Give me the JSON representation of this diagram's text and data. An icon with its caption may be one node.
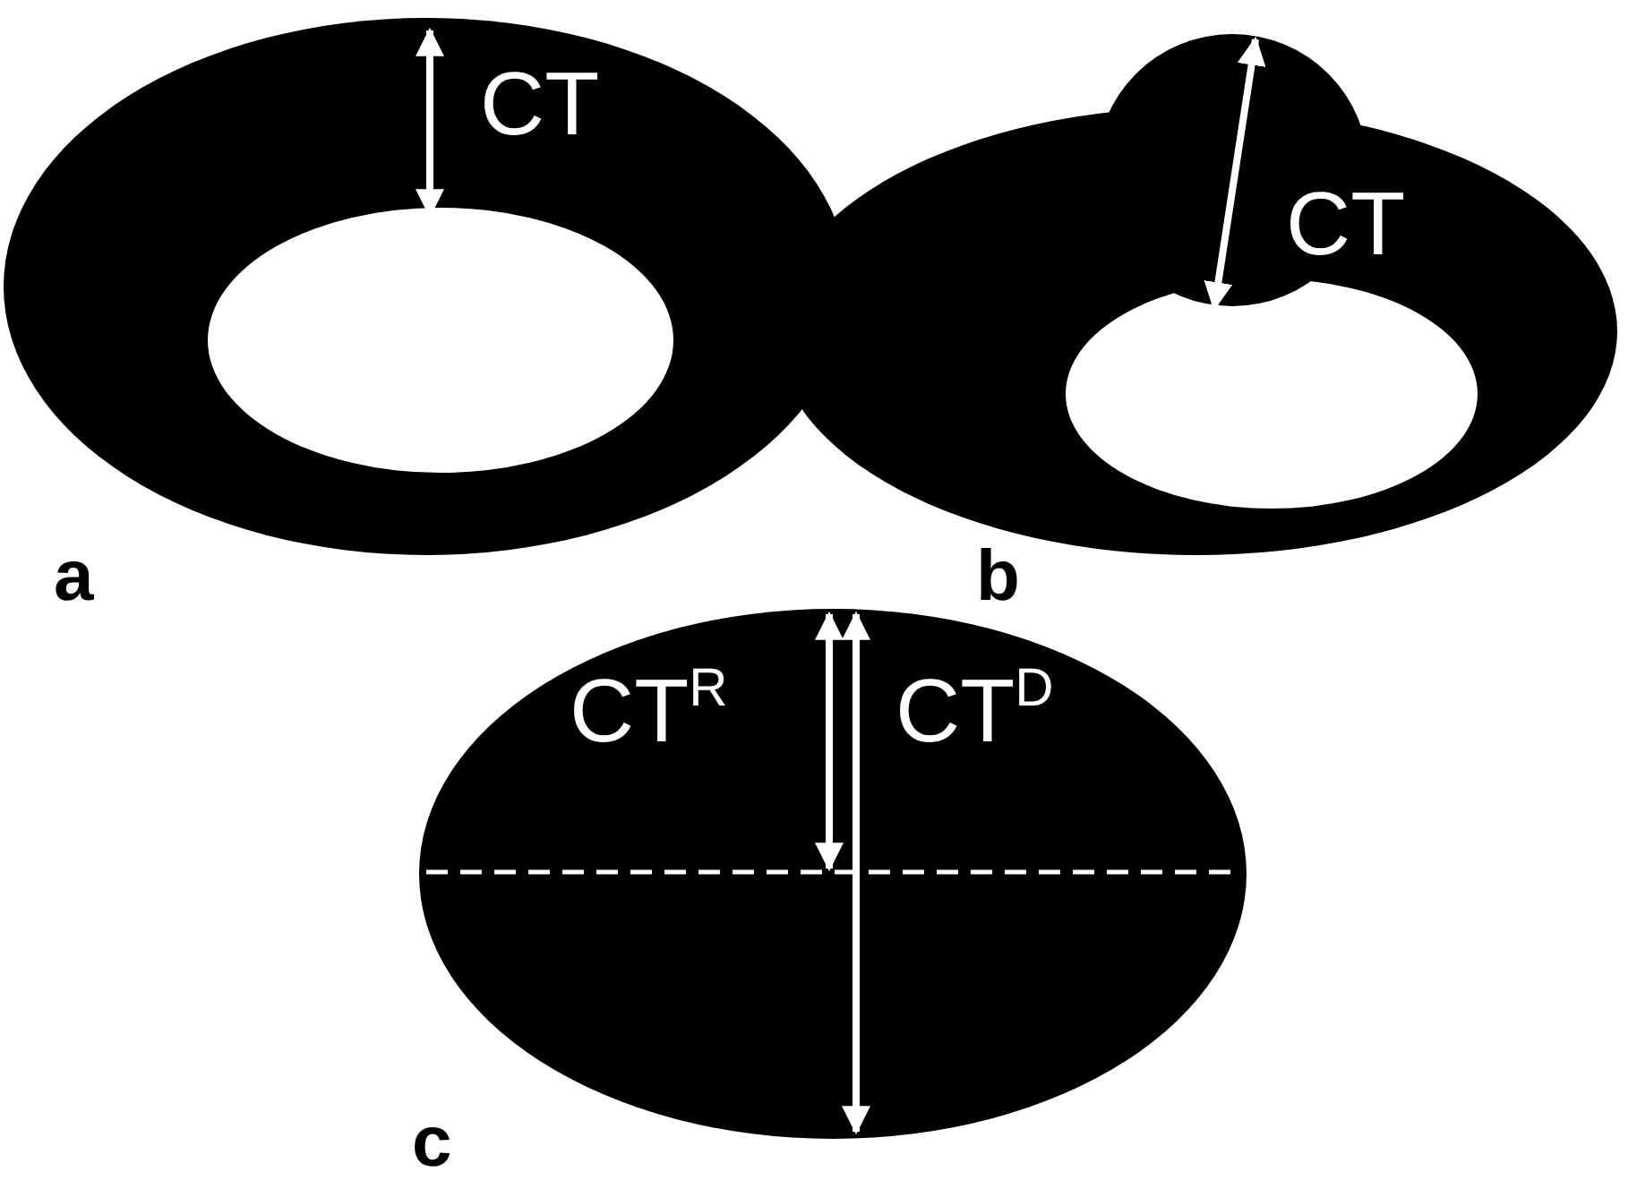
{
  "diagram": {
    "labels": [
      "CT",
      "a",
      "CT",
      "b",
      "CT$^{R}$",
      "CT$^{D}$",
      "c"
    ]
  }
}
